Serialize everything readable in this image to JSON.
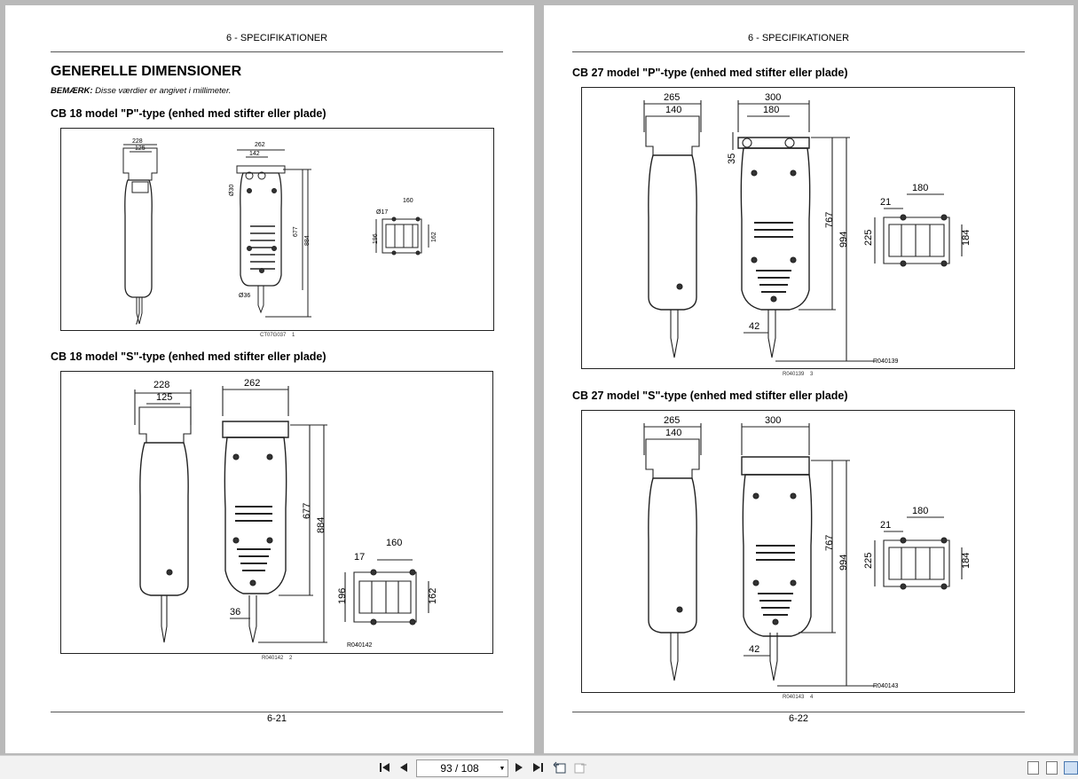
{
  "left_page": {
    "header": "6 - SPECIFIKATIONER",
    "title": "GENERELLE DIMENSIONER",
    "note_label": "BEMÆRK:",
    "note_text": " Disse værdier er angivet i millimeter.",
    "sections": [
      {
        "title": "CB 18 model \"P\"-type (enhed med stifter eller plade)",
        "caption_code": "CT07G037",
        "caption_num": "1",
        "dims": [
          "228",
          "125",
          "262",
          "142",
          "Ø30",
          "677",
          "884",
          "Ø17",
          "160",
          "196",
          "162",
          "Ø36"
        ]
      },
      {
        "title": "CB 18 model \"S\"-type (enhed med stifter eller plade)",
        "caption_code": "R040142",
        "caption_num": "2",
        "ref": "R040142",
        "dims": [
          "228",
          "125",
          "262",
          "677",
          "884",
          "17",
          "160",
          "196",
          "162",
          "36"
        ]
      }
    ],
    "footer": "6-21"
  },
  "right_page": {
    "header": "6 - SPECIFIKATIONER",
    "sections": [
      {
        "title": "CB 27 model \"P\"-type (enhed med stifter eller plade)",
        "caption_code": "R040139",
        "caption_num": "3",
        "ref": "R040139",
        "dims": [
          "265",
          "140",
          "300",
          "180",
          "35",
          "767",
          "994",
          "21",
          "180",
          "225",
          "184",
          "42"
        ]
      },
      {
        "title": "CB 27 model \"S\"-type (enhed med stifter eller plade)",
        "caption_code": "R040143",
        "caption_num": "4",
        "ref": "R040143",
        "dims": [
          "265",
          "140",
          "300",
          "767",
          "994",
          "21",
          "180",
          "225",
          "184",
          "42"
        ]
      }
    ],
    "footer": "6-22"
  },
  "toolbar": {
    "page_indicator": "93 / 108",
    "first_icon": "first-page-icon",
    "prev_icon": "prev-page-icon",
    "next_icon": "next-page-icon",
    "last_icon": "last-page-icon"
  }
}
